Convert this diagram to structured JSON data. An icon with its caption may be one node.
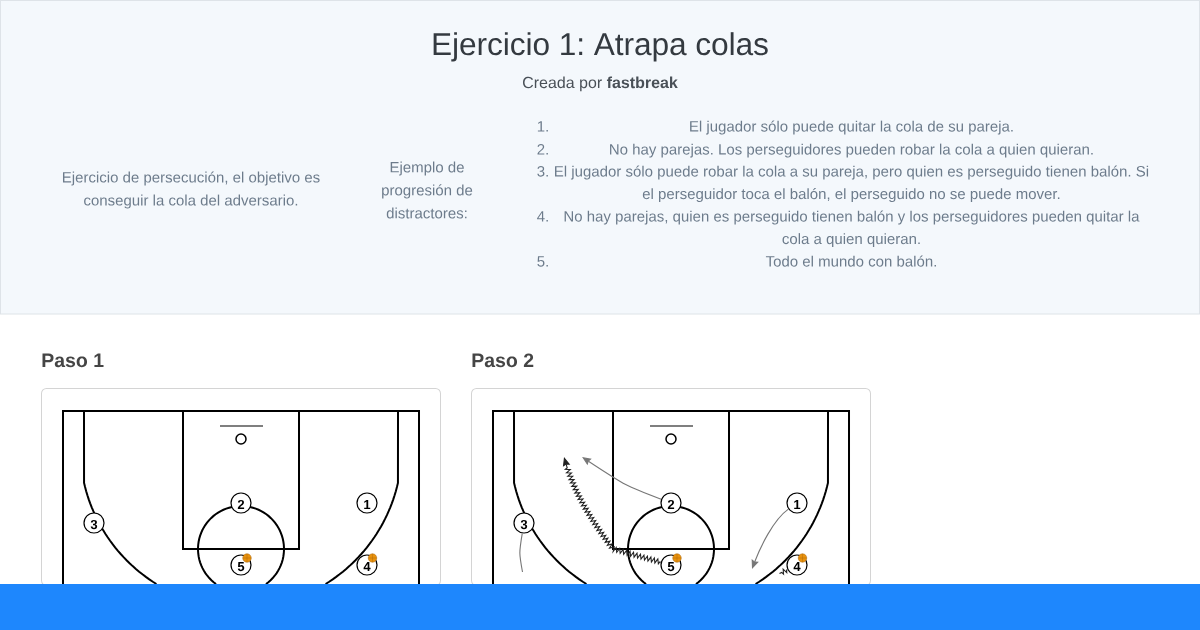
{
  "diagram": {
    "title": "Ejercicio 1: Atrapa colas",
    "nodes": [
      {
        "text": [
          "Paso 1"
        ]
      },
      {
        "text": [
          "2"
        ],
        "in": 0
      },
      {
        "text": [
          "1"
        ],
        "in": 0
      },
      {
        "text": [
          "3"
        ],
        "in": 0
      },
      {
        "text": [
          "5"
        ],
        "in": 0
      },
      {
        "text": [
          "4"
        ],
        "in": 0
      },
      {
        "text": [
          "Paso 2"
        ]
      },
      {
        "text": [
          "2"
        ],
        "in": 6
      },
      {
        "text": [
          "1"
        ],
        "in": 6
      },
      {
        "text": [
          "3"
        ],
        "in": 6
      },
      {
        "text": [
          "5"
        ],
        "in": 6
      },
      {
        "text": [
          "4"
        ],
        "in": 6
      }
    ],
    "edges": [
      {
        "from": 7,
        "to": null,
        "arrow": "to"
      },
      {
        "from": 10,
        "to": null,
        "arrow": "to",
        "color": "#222222"
      },
      {
        "from": 8,
        "to": null,
        "arrow": "to"
      },
      {
        "from": 9,
        "to": null,
        "arrow": "none"
      },
      {
        "from": 11,
        "to": null,
        "arrow": "none",
        "color": "#222222"
      }
    ],
    "labels": [
      "Creada por **fastbreak**",
      "Ejercicio de persecución, el objetivo es conseguir la cola del adversario.",
      "Ejemplo de progresión de distractores:",
      "1.",
      "El jugador sólo puede quitar la cola de su pareja.",
      "2.",
      "No hay parejas. Los perseguidores pueden robar la cola a quien quieran.",
      "3.",
      "El jugador sólo puede robar la cola a su pareja, pero quien es perseguido tienen balón. Si el perseguidor toca el balón, el perseguido no se puede mover.",
      "4.",
      "No hay parejas, quien es perseguido tienen balón y los perseguidores pueden quitar la cola a quien quieran.",
      "5.",
      "Todo el mundo con balón."
    ]
  }
}
